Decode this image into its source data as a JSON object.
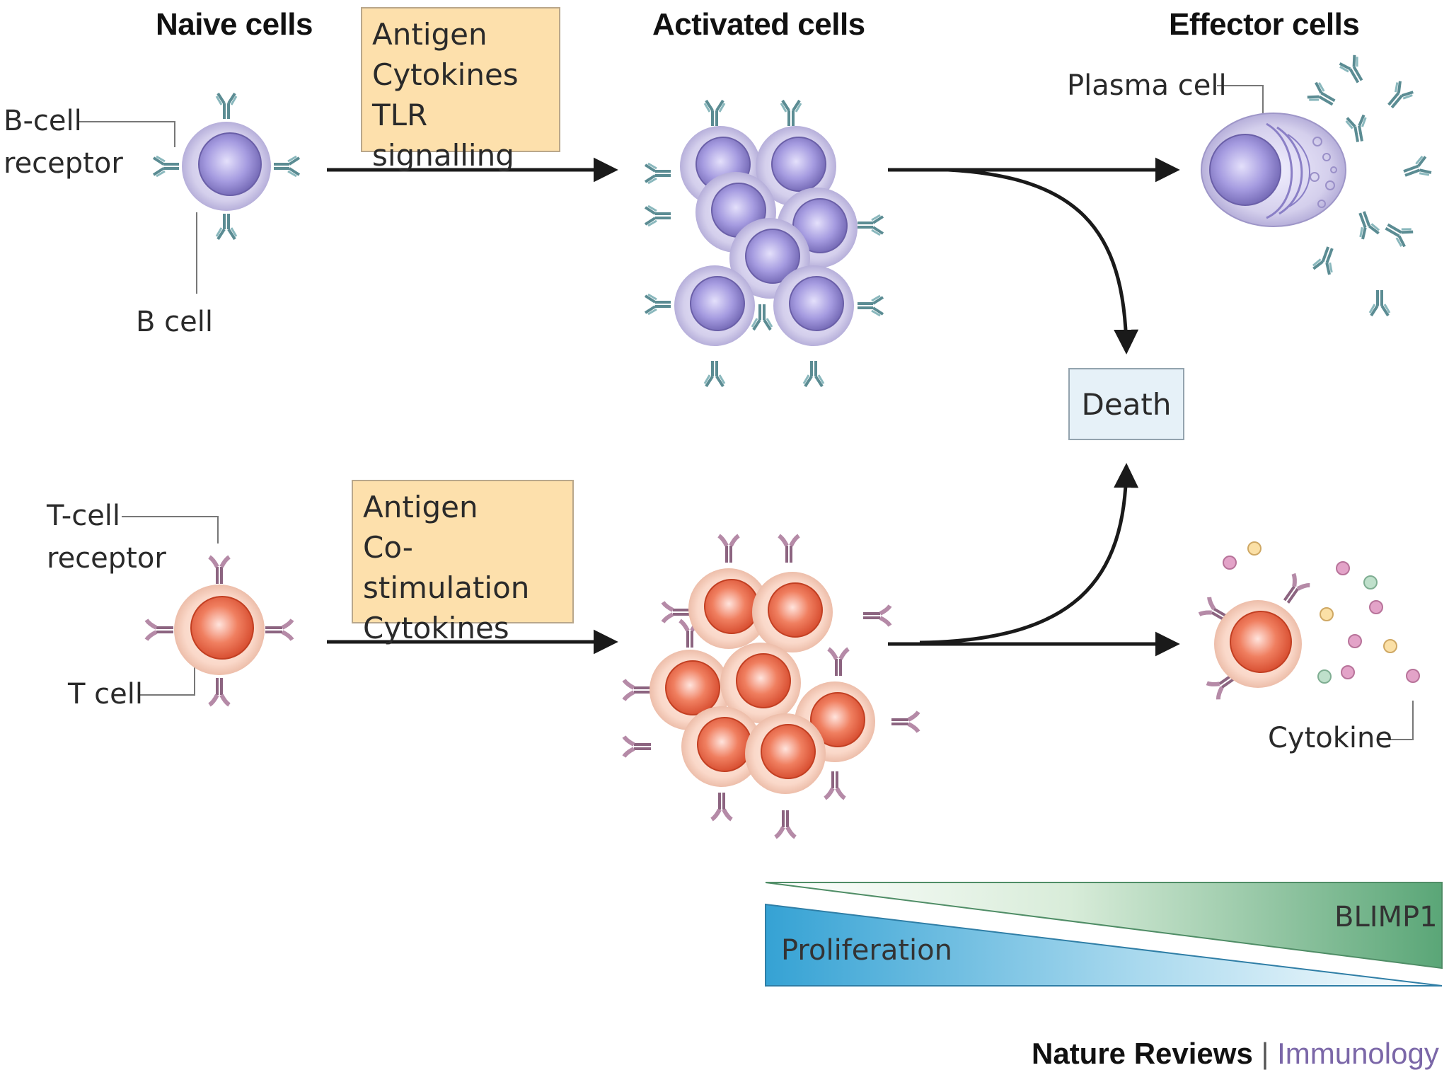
{
  "headers": {
    "naive": "Naive cells",
    "activated": "Activated  cells",
    "effector": "Effector cells"
  },
  "labels": {
    "b_cell_receptor_line1": "B-cell",
    "b_cell_receptor_line2": "receptor",
    "b_cell": "B cell",
    "t_cell_receptor_line1": "T-cell",
    "t_cell_receptor_line2": "receptor",
    "t_cell": "T cell",
    "plasma_cell": "Plasma cell",
    "cytokine": "Cytokine",
    "death": "Death"
  },
  "b_signals": [
    "Antigen",
    "Cytokines",
    "TLR signalling"
  ],
  "t_signals": [
    "Antigen",
    "Co-stimulation",
    "Cytokines"
  ],
  "gradients": {
    "proliferation": "Proliferation",
    "blimp1": "BLIMP1"
  },
  "credit": {
    "journal": "Nature Reviews",
    "separator": "|",
    "field": "Immunology"
  },
  "colors": {
    "b_cell_outer": "#c9c3e2",
    "b_cell_nucleus": "#8c82c4",
    "b_receptor": "#5e8f96",
    "t_cell_outer": "#f9d5c6",
    "t_cell_nucleus": "#e8603e",
    "t_receptor": "#9a6f8e",
    "label_box_fill": "#fde0ac",
    "death_box_fill": "#e6f1f8",
    "proliferation_gradient": "#3aa6d6",
    "blimp1_gradient": "#5aa67a",
    "arrow": "#1a1a1a"
  }
}
